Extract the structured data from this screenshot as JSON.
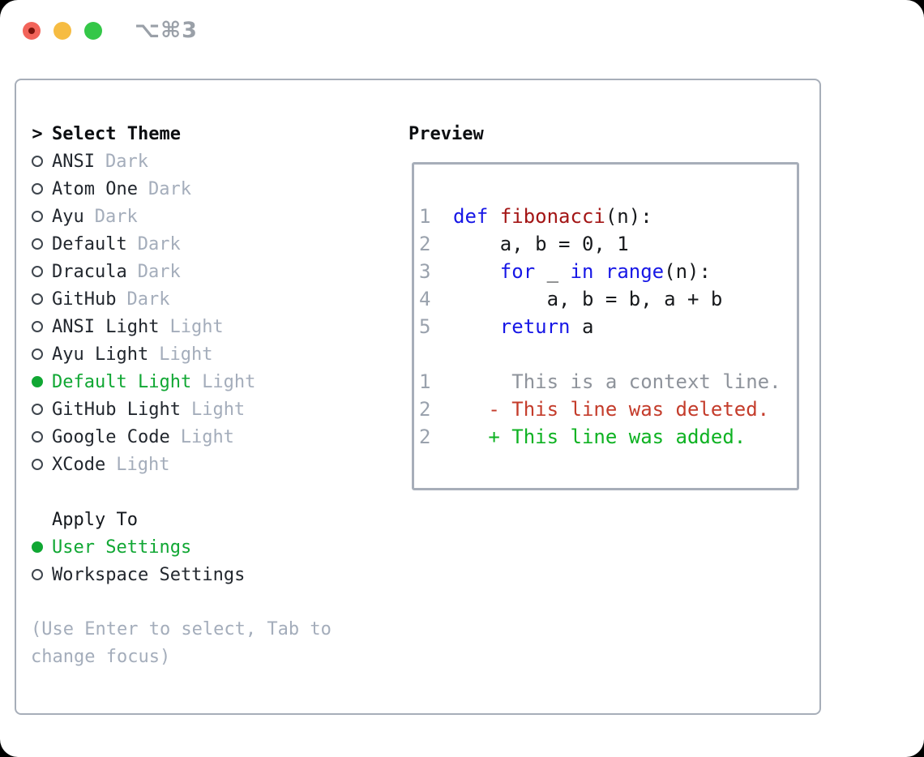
{
  "colors": {
    "accent_green": "#10a733",
    "diff_added": "#0eb222",
    "diff_deleted": "#c43c2b",
    "keyword_blue": "#1717e6",
    "function_red": "#a31515",
    "muted": "#a4adbb",
    "gutter": "#9aa2ad",
    "context_gray": "#8e939b",
    "text_dark": "#22272e",
    "ring": "#3f464e",
    "border": "#a7aeb9",
    "title_gray": "#9aa0a8",
    "light_close": "#f2645a",
    "light_close_dot": "#7a130b",
    "light_minimize": "#f6bc42",
    "light_zoom": "#34c748"
  },
  "window": {
    "shortcut_label": "⌥⌘3"
  },
  "theme_picker": {
    "header": {
      "prefix": ">",
      "label": "Select Theme"
    },
    "items": [
      {
        "name": "ANSI",
        "tag": "Dark",
        "selected": false
      },
      {
        "name": "Atom One",
        "tag": "Dark",
        "selected": false
      },
      {
        "name": "Ayu",
        "tag": "Dark",
        "selected": false
      },
      {
        "name": "Default",
        "tag": "Dark",
        "selected": false
      },
      {
        "name": "Dracula",
        "tag": "Dark",
        "selected": false
      },
      {
        "name": "GitHub",
        "tag": "Dark",
        "selected": false
      },
      {
        "name": "ANSI Light",
        "tag": "Light",
        "selected": false
      },
      {
        "name": "Ayu Light",
        "tag": "Light",
        "selected": false
      },
      {
        "name": "Default Light",
        "tag": "Light",
        "selected": true
      },
      {
        "name": "GitHub Light",
        "tag": "Light",
        "selected": false
      },
      {
        "name": "Google Code",
        "tag": "Light",
        "selected": false
      },
      {
        "name": "XCode",
        "tag": "Light",
        "selected": false
      }
    ],
    "apply_to": {
      "label": "Apply To",
      "options": [
        {
          "name": "User Settings",
          "selected": true
        },
        {
          "name": "Workspace Settings",
          "selected": false
        }
      ]
    },
    "help_text": "(Use Enter to select, Tab to change focus)"
  },
  "preview": {
    "label": "Preview",
    "lines": [
      {
        "num": "1",
        "segments": [
          {
            "t": "def",
            "c": "kw"
          },
          {
            "t": " ",
            "c": "pl"
          },
          {
            "t": "fibonacci",
            "c": "fn"
          },
          {
            "t": "(n):",
            "c": "pl"
          }
        ]
      },
      {
        "num": "2",
        "segments": [
          {
            "t": "    a, b = 0, 1",
            "c": "pl"
          }
        ]
      },
      {
        "num": "3",
        "segments": [
          {
            "t": "    ",
            "c": "pl"
          },
          {
            "t": "for",
            "c": "kw"
          },
          {
            "t": " _ ",
            "c": "pl"
          },
          {
            "t": "in",
            "c": "kw"
          },
          {
            "t": " ",
            "c": "pl"
          },
          {
            "t": "range",
            "c": "kw"
          },
          {
            "t": "(n):",
            "c": "pl"
          }
        ]
      },
      {
        "num": "4",
        "segments": [
          {
            "t": "        a, b = b, a + b",
            "c": "pl"
          }
        ]
      },
      {
        "num": "5",
        "segments": [
          {
            "t": "    ",
            "c": "pl"
          },
          {
            "t": "return",
            "c": "kw"
          },
          {
            "t": " a",
            "c": "pl"
          }
        ]
      },
      {
        "num": "",
        "segments": []
      },
      {
        "num": "1",
        "segments": [
          {
            "t": "     This is a context line.",
            "c": "ctx"
          }
        ]
      },
      {
        "num": "2",
        "segments": [
          {
            "t": "   - This line was deleted.",
            "c": "del"
          }
        ]
      },
      {
        "num": "2",
        "segments": [
          {
            "t": "   + This line was added.",
            "c": "add"
          }
        ]
      }
    ]
  }
}
